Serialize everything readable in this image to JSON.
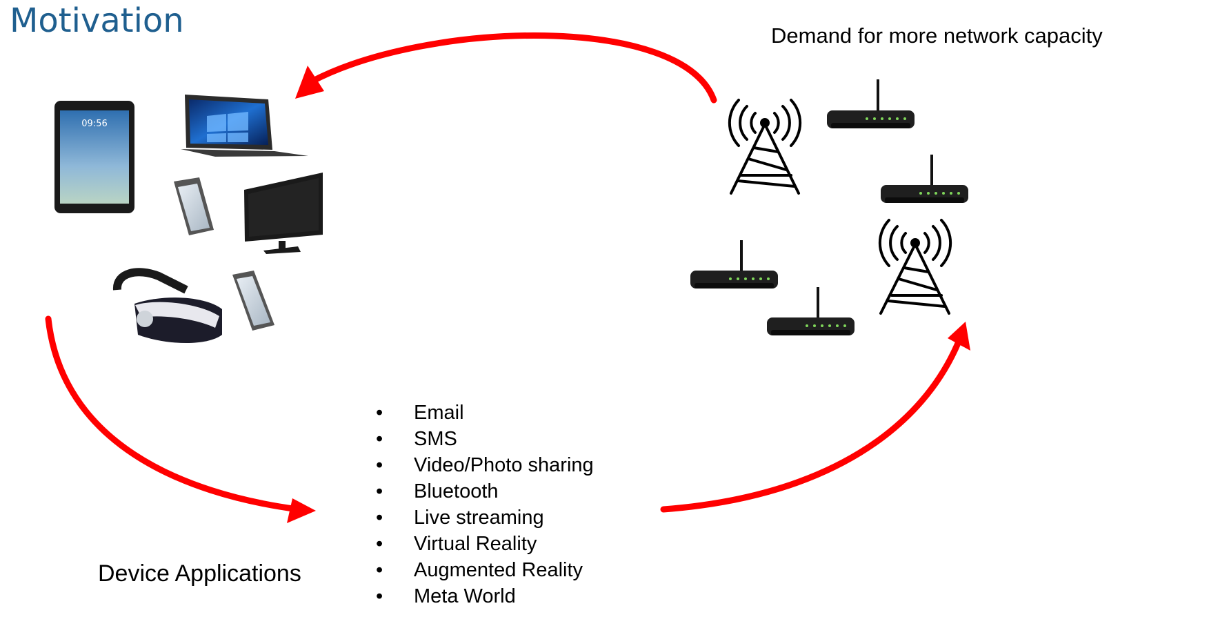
{
  "header": {
    "title": "Motivation"
  },
  "labels": {
    "demand": "Demand for more network capacity",
    "device_applications": "Device Applications"
  },
  "applications": [
    "Email",
    "SMS",
    "Video/Photo sharing",
    "Bluetooth",
    "Live streaming",
    "Virtual Reality",
    "Augmented Reality",
    "Meta World"
  ],
  "devices": {
    "tablet_clock": "09:56",
    "items": [
      "tablet-icon",
      "laptop-icon",
      "smartphone-icon",
      "monitor-icon",
      "vr-headset-icon",
      "smartphone-icon"
    ]
  },
  "network": {
    "items": [
      "cell-tower-icon",
      "router-icon",
      "router-icon",
      "cell-tower-icon",
      "router-icon",
      "router-icon"
    ]
  },
  "colors": {
    "arrow": "#ff0000",
    "title": "#1f5f8f",
    "text": "#000000"
  }
}
